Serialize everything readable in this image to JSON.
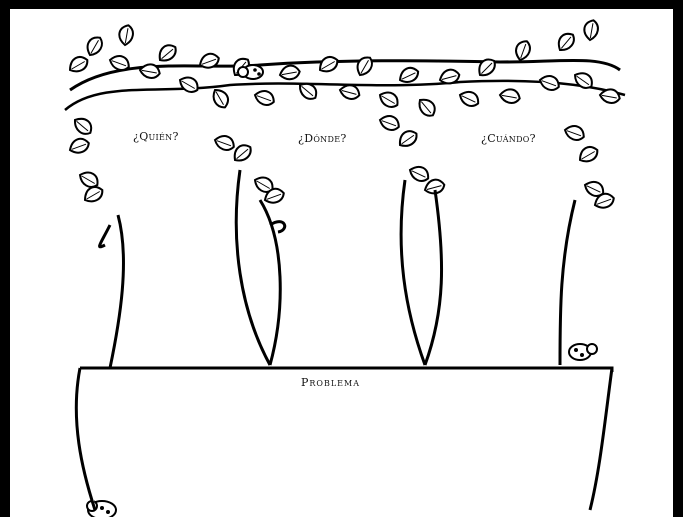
{
  "worksheet": {
    "labels": {
      "who": "¿Quién?",
      "where": "¿Dónde?",
      "when": "¿Cuándo?",
      "problem": "Problema"
    },
    "decorations": {
      "vine_icon": "vine-leaves-icon",
      "ladybug_icon": "ladybug-icon",
      "pot_icon": "flower-pot-icon"
    },
    "colors": {
      "ink": "#000000",
      "paper": "#ffffff"
    }
  }
}
